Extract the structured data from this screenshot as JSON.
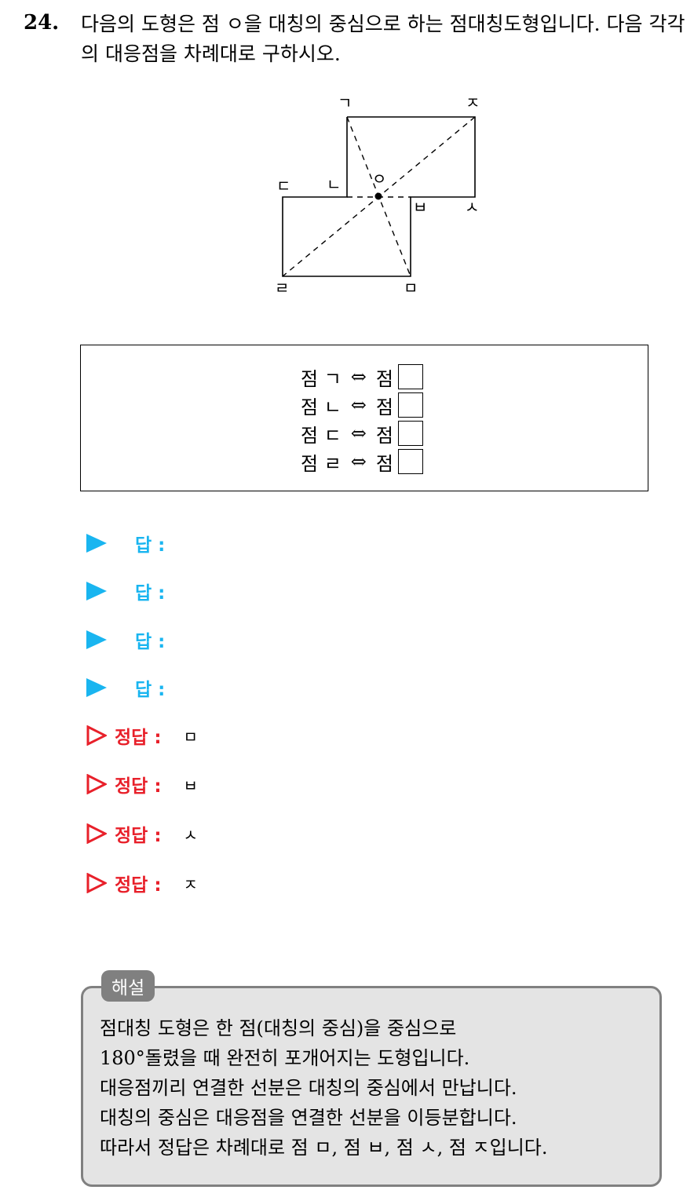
{
  "question": {
    "number": "24.",
    "text": "다음의 도형은 점 ㅇ을 대칭의 중심으로 하는 점대칭도형입니다. 다음 각각의 대응점을 차례대로 구하시오."
  },
  "figure": {
    "labels": {
      "g": "ㄱ",
      "j": "ㅈ",
      "d": "ㄷ",
      "n": "ㄴ",
      "o": "ㅇ",
      "b": "ㅂ",
      "s": "ㅅ",
      "r": "ㄹ",
      "m": "ㅁ"
    }
  },
  "pairs": [
    {
      "left": "점 ㄱ",
      "arrow": "⇔",
      "right": "점"
    },
    {
      "left": "점 ㄴ",
      "arrow": "⇔",
      "right": "점"
    },
    {
      "left": "점 ㄷ",
      "arrow": "⇔",
      "right": "점"
    },
    {
      "left": "점 ㄹ",
      "arrow": "⇔",
      "right": "점"
    }
  ],
  "answer_blanks": [
    {
      "label": "답 :"
    },
    {
      "label": "답 :"
    },
    {
      "label": "답 :"
    },
    {
      "label": "답 :"
    }
  ],
  "correct_answers": [
    {
      "label": "정답 :",
      "value": "ㅁ"
    },
    {
      "label": "정답 :",
      "value": "ㅂ"
    },
    {
      "label": "정답 :",
      "value": "ㅅ"
    },
    {
      "label": "정답 :",
      "value": "ㅈ"
    }
  ],
  "explanation": {
    "tag": "해설",
    "lines": [
      "점대칭 도형은 한 점(대칭의 중심)을 중심으로",
      "180°돌렸을 때 완전히 포개어지는 도형입니다.",
      "대응점끼리 연결한 선분은 대칭의 중심에서 만납니다.",
      "대칭의 중심은 대응점을 연결한 선분을 이등분합니다.",
      "따라서 정답은 차례대로 점 ㅁ, 점 ㅂ, 점 ㅅ, 점 ㅈ입니다."
    ]
  },
  "colors": {
    "answer_blue": "#19b5f0",
    "answer_red": "#e8202a",
    "explanation_bg": "#e4e4e4",
    "explanation_border": "#808080"
  }
}
